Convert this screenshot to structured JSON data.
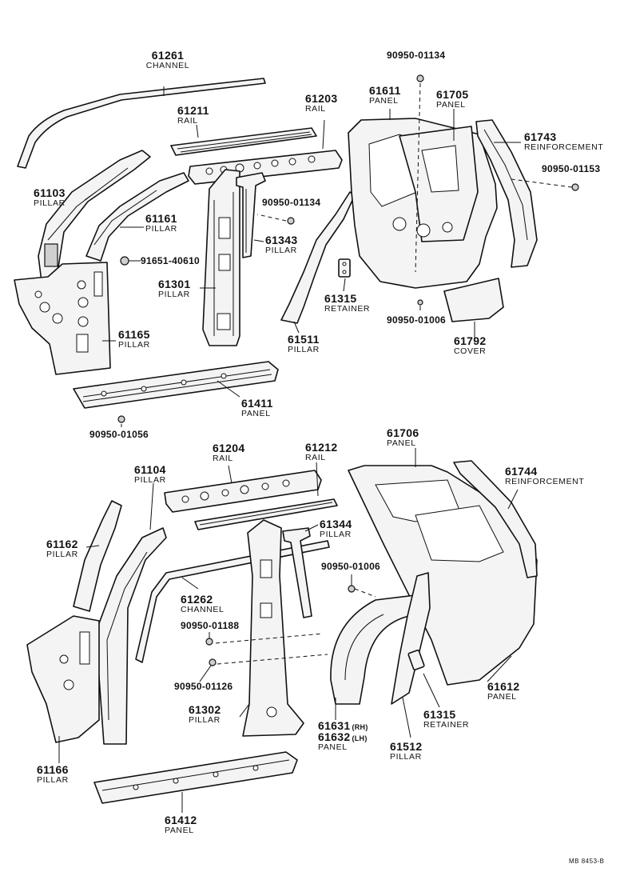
{
  "parts": {
    "p61261": {
      "number": "61261",
      "name": "CHANNEL"
    },
    "p61211": {
      "number": "61211",
      "name": "RAIL"
    },
    "p61203": {
      "number": "61203",
      "name": "RAIL"
    },
    "p61103": {
      "number": "61103",
      "name": "PILLAR"
    },
    "p61161": {
      "number": "61161",
      "name": "PILLAR"
    },
    "p90950_01134_a": {
      "number": "90950-01134",
      "name": ""
    },
    "p90950_01134_b": {
      "number": "90950-01134",
      "name": ""
    },
    "p61343": {
      "number": "61343",
      "name": "PILLAR"
    },
    "p91651_40610": {
      "number": "91651-40610",
      "name": ""
    },
    "p61301": {
      "number": "61301",
      "name": "PILLAR"
    },
    "p61165": {
      "number": "61165",
      "name": "PILLAR"
    },
    "p61411": {
      "number": "61411",
      "name": "PANEL"
    },
    "p90950_01056": {
      "number": "90950-01056",
      "name": ""
    },
    "p61611": {
      "number": "61611",
      "name": "PANEL"
    },
    "p61705": {
      "number": "61705",
      "name": "PANEL"
    },
    "p61743": {
      "number": "61743",
      "name": "REINFORCEMENT"
    },
    "p90950_01153": {
      "number": "90950-01153",
      "name": ""
    },
    "p61315_a": {
      "number": "61315",
      "name": "RETAINER"
    },
    "p90950_01006_a": {
      "number": "90950-01006",
      "name": ""
    },
    "p61511": {
      "number": "61511",
      "name": "PILLAR"
    },
    "p61792": {
      "number": "61792",
      "name": "COVER"
    },
    "p61204": {
      "number": "61204",
      "name": "RAIL"
    },
    "p61212": {
      "number": "61212",
      "name": "RAIL"
    },
    "p61706": {
      "number": "61706",
      "name": "PANEL"
    },
    "p61744": {
      "number": "61744",
      "name": "REINFORCEMENT"
    },
    "p61104": {
      "number": "61104",
      "name": "PILLAR"
    },
    "p61162": {
      "number": "61162",
      "name": "PILLAR"
    },
    "p61344": {
      "number": "61344",
      "name": "PILLAR"
    },
    "p90950_01006_b": {
      "number": "90950-01006",
      "name": ""
    },
    "p61262": {
      "number": "61262",
      "name": "CHANNEL"
    },
    "p90950_01188": {
      "number": "90950-01188",
      "name": ""
    },
    "p90950_01126": {
      "number": "90950-01126",
      "name": ""
    },
    "p61302": {
      "number": "61302",
      "name": "PILLAR"
    },
    "p61631": {
      "number": "61631",
      "side": "(RH)"
    },
    "p61632": {
      "number": "61632",
      "side": "(LH)",
      "name": "PANEL"
    },
    "p61315_b": {
      "number": "61315",
      "name": "RETAINER"
    },
    "p61612": {
      "number": "61612",
      "name": "PANEL"
    },
    "p61512": {
      "number": "61512",
      "name": "PILLAR"
    },
    "p61166": {
      "number": "61166",
      "name": "PILLAR"
    },
    "p61412": {
      "number": "61412",
      "name": "PANEL"
    }
  },
  "footer": {
    "code": "MB  8453-B"
  }
}
